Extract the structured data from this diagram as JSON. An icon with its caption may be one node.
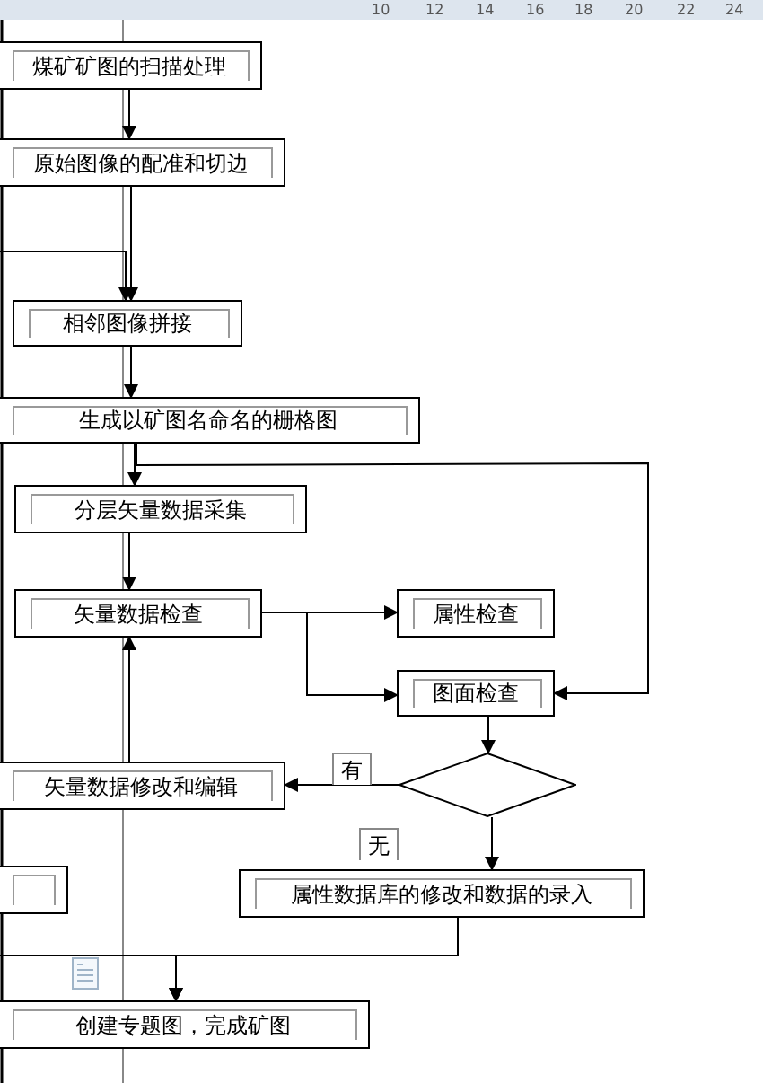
{
  "diagram": {
    "nodes": [
      {
        "text": [
          "煤矿矿图的扫描处理"
        ]
      },
      {
        "text": [
          "原始图像的配准和切边"
        ]
      },
      {
        "text": [
          "相邻图像拼接"
        ]
      },
      {
        "text": [
          "生成以矿图名命名的栅格图"
        ]
      },
      {
        "text": [
          "分层矢量数据采集"
        ]
      },
      {
        "text": [
          "矢量数据检查"
        ]
      },
      {
        "text": [
          "属性检查"
        ]
      },
      {
        "text": [
          "图面检查"
        ]
      },
      {
        "text": [],
        "shape": "diamond"
      },
      {
        "text": [
          "矢量数据修改和编辑"
        ]
      },
      {
        "text": [],
        "shape": "box"
      },
      {
        "text": [
          "属性数据库的修改和数据的录入"
        ]
      },
      {
        "text": [
          "创建专题图，完成矿图"
        ]
      }
    ],
    "edges": [
      {
        "from": 0,
        "to": 1,
        "arrow": "to"
      },
      {
        "from": 1,
        "to": 2,
        "arrow": "to"
      },
      {
        "from": null,
        "to": 2,
        "arrow": "to"
      },
      {
        "from": 2,
        "to": 3,
        "arrow": "to"
      },
      {
        "from": 3,
        "to": 4,
        "arrow": "to"
      },
      {
        "from": 3,
        "to": 7,
        "arrow": "to"
      },
      {
        "from": 4,
        "to": 5,
        "arrow": "to"
      },
      {
        "from": 5,
        "to": 6,
        "arrow": "to"
      },
      {
        "from": 5,
        "to": 7,
        "arrow": "to"
      },
      {
        "from": 7,
        "to": 8,
        "arrow": "to"
      },
      {
        "from": 8,
        "to": 9,
        "arrow": "to",
        "label": "有"
      },
      {
        "from": 8,
        "to": 11,
        "arrow": "to",
        "label": "无"
      },
      {
        "from": 9,
        "to": 5,
        "arrow": "to"
      },
      {
        "from": 11,
        "to": 12,
        "arrow": "to"
      },
      {
        "from": null,
        "to": 12,
        "arrow": "to"
      }
    ],
    "labels": [
      "10",
      "12",
      "14",
      "16",
      "18",
      "20",
      "22",
      "24"
    ]
  }
}
